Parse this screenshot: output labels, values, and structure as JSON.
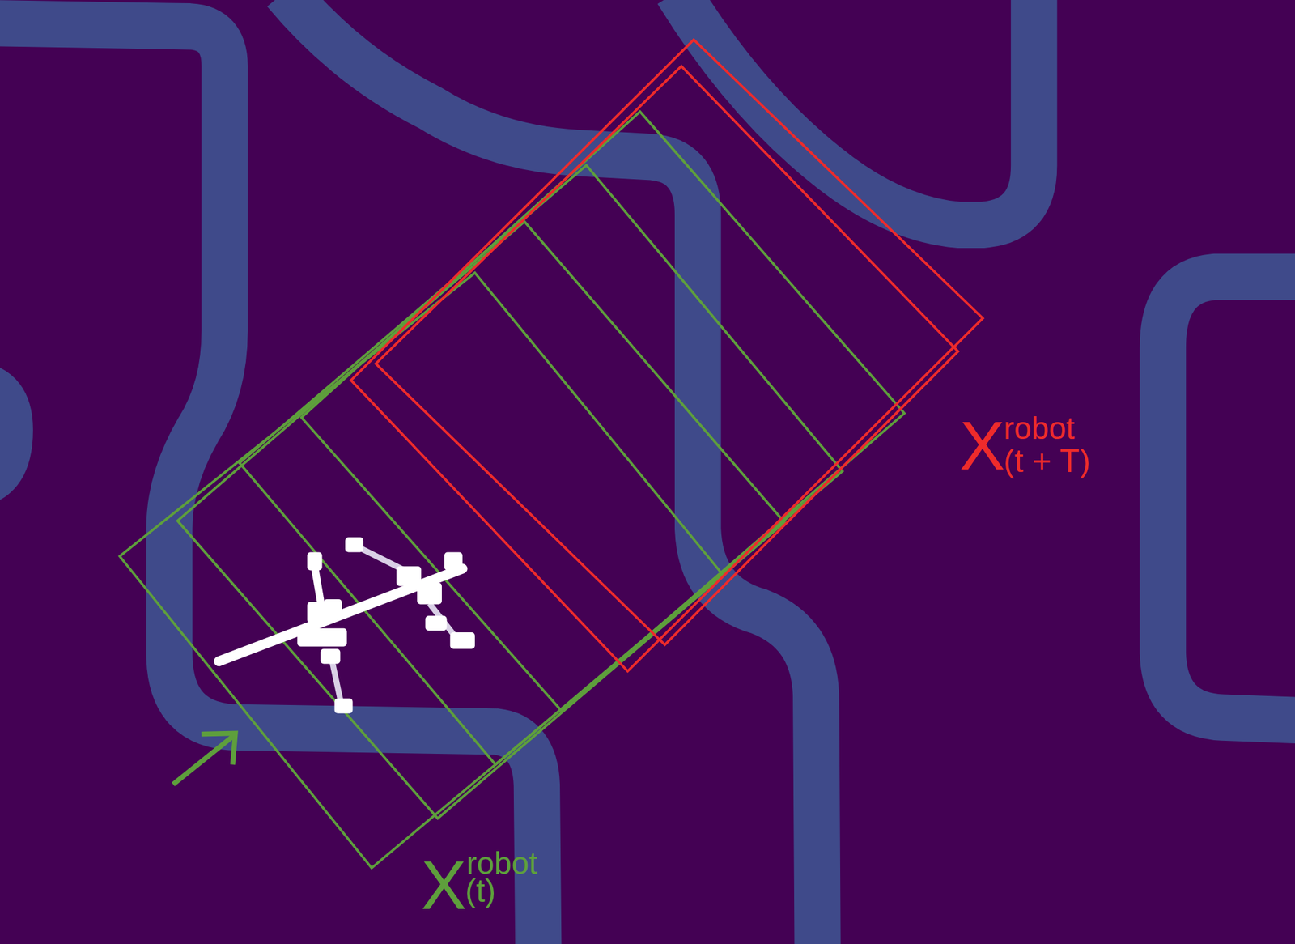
{
  "diagram": {
    "labels": [
      "X",
      "robot",
      "(t)",
      "X",
      "robot",
      "(t + T)"
    ]
  }
}
